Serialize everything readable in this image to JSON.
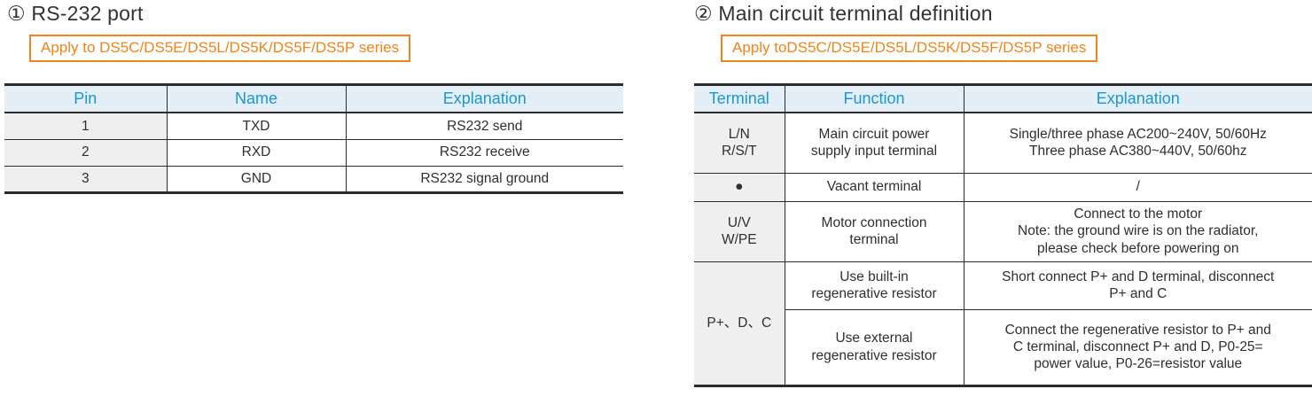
{
  "colors": {
    "accent_blue": "#1898d5",
    "orange": "#f08519",
    "border_dark": "#2b2b2b",
    "header_bg": "#e4eef7",
    "gray_column_bg": "#efefef"
  },
  "left_section": {
    "title": "① RS-232 port",
    "apply_note": "Apply to DS5C/DS5E/DS5L/DS5K/DS5F/DS5P series",
    "table": {
      "headers": [
        "Pin",
        "Name",
        "Explanation"
      ],
      "rows": [
        {
          "pin": "1",
          "name": "TXD",
          "explanation": "RS232 send"
        },
        {
          "pin": "2",
          "name": "RXD",
          "explanation": "RS232 receive"
        },
        {
          "pin": "3",
          "name": "GND",
          "explanation": "RS232 signal ground"
        }
      ]
    }
  },
  "right_section": {
    "title": "② Main circuit terminal definition",
    "apply_note": "Apply toDS5C/DS5E/DS5L/DS5K/DS5F/DS5P series",
    "table": {
      "headers": [
        "Terminal",
        "Function",
        "Explanation"
      ],
      "rows": [
        {
          "terminal": "L/N\nR/S/T",
          "function": "Main circuit power\nsupply input terminal",
          "explanation": "Single/three phase AC200~240V, 50/60Hz\nThree phase AC380~440V, 50/60hz"
        },
        {
          "terminal": "●",
          "function": "Vacant terminal",
          "explanation": "/"
        },
        {
          "terminal": "U/V\nW/PE",
          "function": "Motor connection\nterminal",
          "explanation": "Connect to the motor\nNote: the ground wire is on the radiator,\nplease check before powering on"
        },
        {
          "terminal": "P+、D、C",
          "function": "Use built-in\nregenerative resistor",
          "explanation": "Short connect P+ and D terminal, disconnect\nP+ and C"
        },
        {
          "function": "Use external\nregenerative resistor",
          "explanation": "Connect the regenerative resistor to P+ and\nC terminal, disconnect P+ and D, P0-25=\npower value, P0-26=resistor value"
        }
      ]
    }
  }
}
